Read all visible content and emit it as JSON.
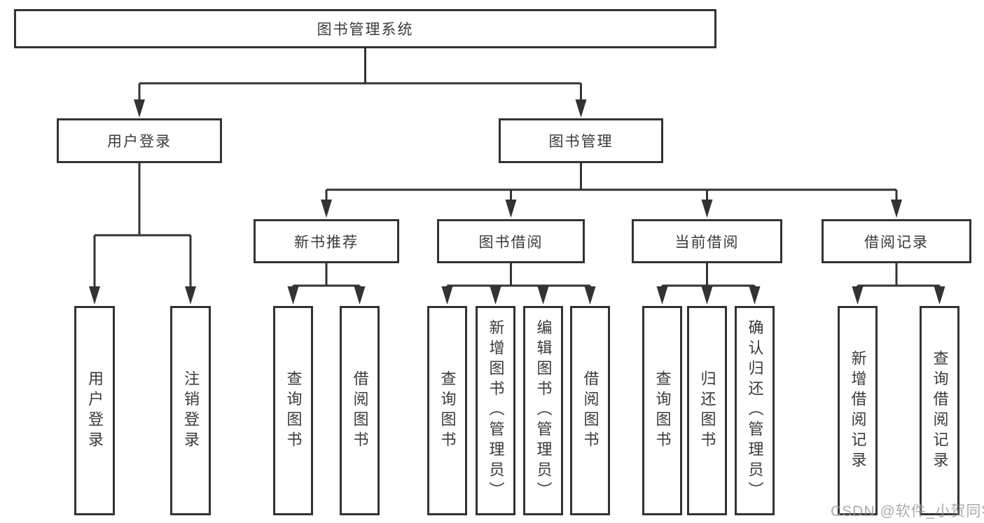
{
  "tree": {
    "root": {
      "label": "图书管理系统"
    },
    "level2": [
      {
        "label": "用户登录",
        "children": [
          {
            "label": "用户登录"
          },
          {
            "label": "注销登录"
          }
        ]
      },
      {
        "label": "图书管理",
        "children": [
          {
            "label": "新书推荐",
            "children": [
              {
                "label": "查询图书"
              },
              {
                "label": "借阅图书"
              }
            ]
          },
          {
            "label": "图书借阅",
            "children": [
              {
                "label": "查询图书"
              },
              {
                "label": "新增图书（管理员）"
              },
              {
                "label": "编辑图书（管理员）"
              },
              {
                "label": "借阅图书"
              }
            ]
          },
          {
            "label": "当前借阅",
            "children": [
              {
                "label": "查询图书"
              },
              {
                "label": "归还图书"
              },
              {
                "label": "确认归还（管理员）"
              }
            ]
          },
          {
            "label": "借阅记录",
            "children": [
              {
                "label": "新增借阅记录"
              },
              {
                "label": "查询借阅记录"
              }
            ]
          }
        ]
      }
    ]
  },
  "watermark": {
    "text": "CSDN @软件_小贺同学"
  },
  "colors": {
    "line": "#333333",
    "text": "#3a3a3a",
    "background": "#ffffff",
    "watermark": "#969696"
  }
}
